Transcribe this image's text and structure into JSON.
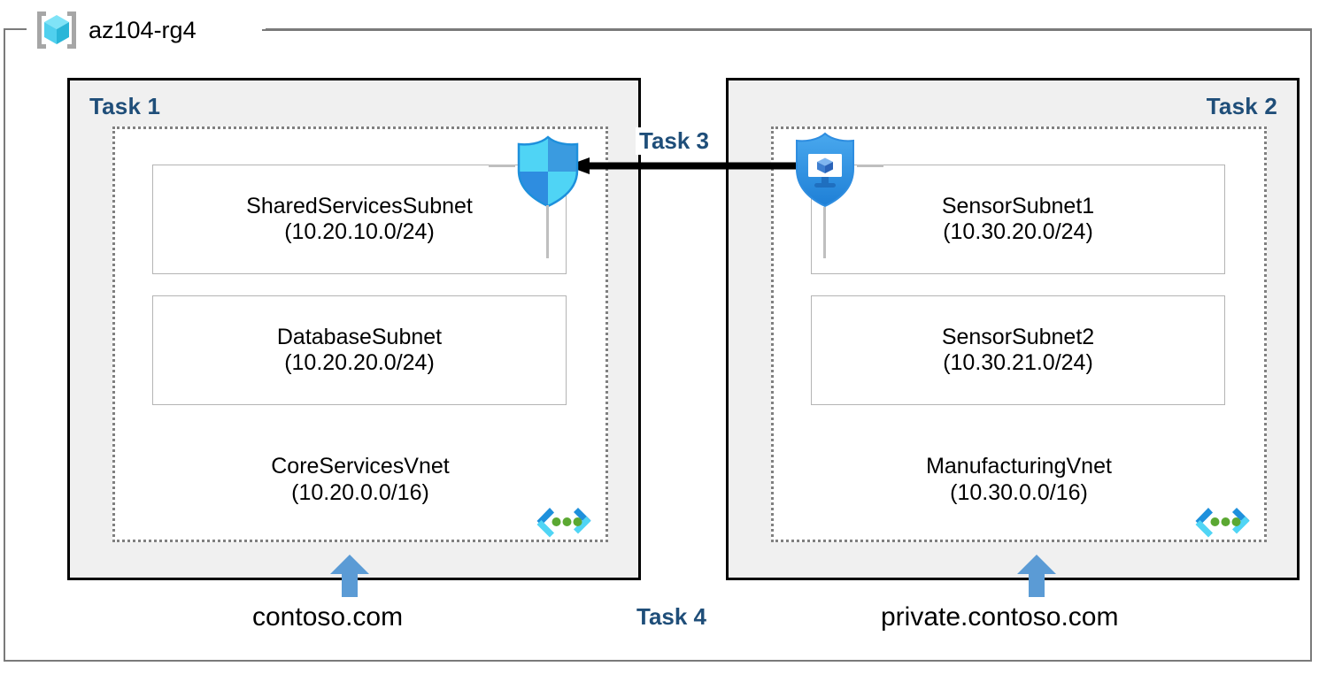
{
  "resource_group": {
    "name": "az104-rg4",
    "icon": "resource-group-cube-icon"
  },
  "tasks": {
    "task1_label": "Task 1",
    "task2_label": "Task 2",
    "task3_label": "Task 3",
    "task4_label": "Task 4"
  },
  "vnets": [
    {
      "task_label": "Task 1",
      "name": "CoreServicesVnet",
      "cidr": "(10.20.0.0/16)",
      "icon": "virtual-network-icon",
      "subnets": [
        {
          "name": "SharedServicesSubnet",
          "cidr": "(10.20.10.0/24)"
        },
        {
          "name": "DatabaseSubnet",
          "cidr": "(10.20.20.0/24)"
        }
      ],
      "dns_zone": "contoso.com"
    },
    {
      "task_label": "Task 2",
      "name": "ManufacturingVnet",
      "cidr": "(10.30.0.0/16)",
      "icon": "virtual-network-icon",
      "subnets": [
        {
          "name": "SensorSubnet1",
          "cidr": "(10.30.20.0/24)"
        },
        {
          "name": "SensorSubnet2",
          "cidr": "(10.30.21.0/24)"
        }
      ],
      "dns_zone": "private.contoso.com"
    }
  ],
  "icons": {
    "nsg_shield": "network-security-group-shield-icon",
    "defender_shield": "defender-shield-monitor-icon",
    "peering_arrow": "peering-arrow-left-icon",
    "dns_arrow": "dns-zone-up-arrow-icon"
  },
  "colors": {
    "task_label": "#1F4E79",
    "task_box_fill": "#F0F0F0",
    "task_box_border": "#000000",
    "vnet_border": "#808080",
    "subnet_border": "#B4B4B4",
    "dns_arrow": "#5B9BD5",
    "vnet_glyph_bracket_dark": "#1E90DC",
    "vnet_glyph_bracket_light": "#50D5F5",
    "vnet_glyph_dot": "#5BA832",
    "shield_light": "#4FD4F5",
    "shield_blue": "#2E8DE0",
    "cube_top": "#7FE3F7",
    "cube_left": "#50D0EE",
    "cube_right": "#29B6D8",
    "bracket_gray": "#A6A6A6",
    "frame_border": "#7A7A7A"
  }
}
